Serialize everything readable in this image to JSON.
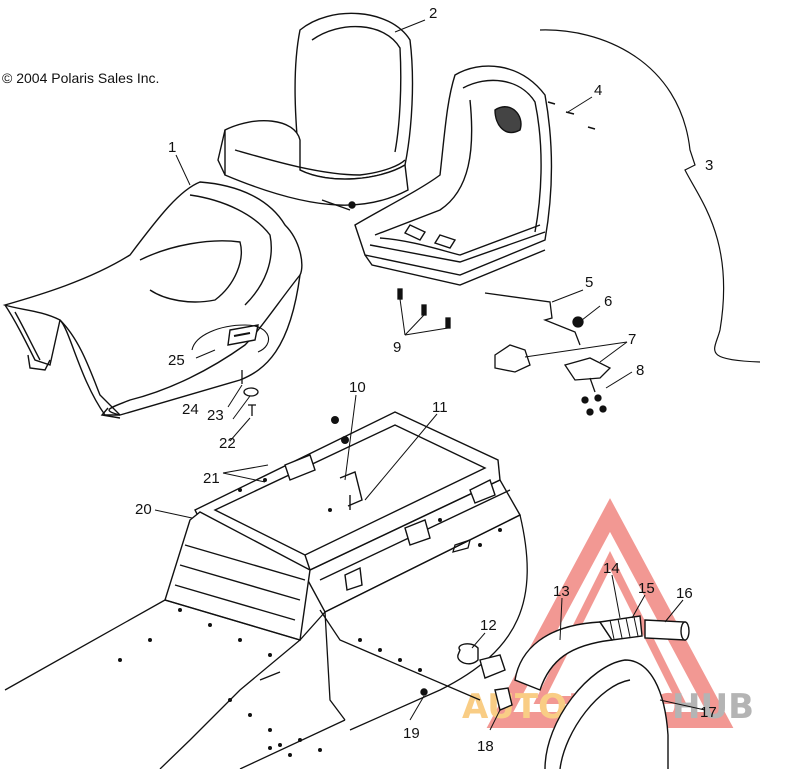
{
  "copyright": "© 2004 Polaris Sales Inc.",
  "callouts": [
    "1",
    "2",
    "3",
    "4",
    "5",
    "6",
    "7",
    "8",
    "9",
    "10",
    "11",
    "12",
    "13",
    "14",
    "15",
    "16",
    "17",
    "18",
    "19",
    "20",
    "21",
    "22",
    "23",
    "24",
    "25"
  ],
  "watermark": {
    "auto_text": "AUTO",
    "moto_text": "MOTO",
    "hub_text": "HUB",
    "colors": {
      "orange": "#f5a623",
      "red": "#e8453c",
      "grey": "#777777"
    }
  }
}
